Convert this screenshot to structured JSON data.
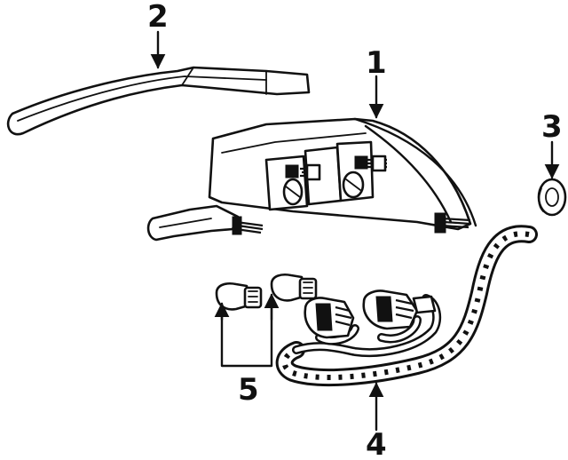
{
  "callouts": [
    {
      "id": "1",
      "label": "1"
    },
    {
      "id": "2",
      "label": "2"
    },
    {
      "id": "3",
      "label": "3"
    },
    {
      "id": "4",
      "label": "4"
    },
    {
      "id": "5",
      "label": "5"
    }
  ],
  "colors": {
    "ink": "#111111",
    "background": "#ffffff"
  }
}
